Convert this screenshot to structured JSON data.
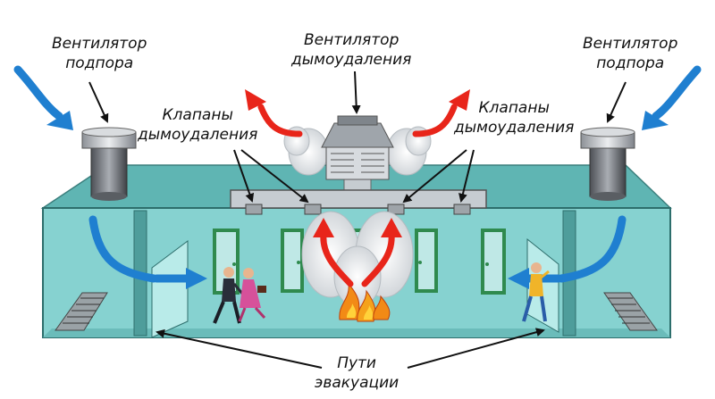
{
  "labels": {
    "pressure_fan_left": [
      "Вентилятор",
      "подпора"
    ],
    "exhaust_fan": [
      "Вентилятор",
      "дымоудаления"
    ],
    "pressure_fan_right": [
      "Вентилятор",
      "подпора"
    ],
    "valves_left": [
      "Клапаны",
      "дымоудаления"
    ],
    "valves_right": [
      "Клапаны",
      "дымоудаления"
    ],
    "evacuation": [
      "Пути",
      "эвакуации"
    ]
  },
  "colors": {
    "supply_air": "#1f7fd0",
    "smoke_exhaust": "#e8251a",
    "building_glass": "#86d2d0",
    "ceiling": "#5fb5b3",
    "duct": "#c6ccd1",
    "door": "#2f8a4e",
    "flame": "#f28a16"
  },
  "icons": [
    "fan-unit-icon",
    "exhaust-fan-icon",
    "smoke-cloud-icon",
    "fire-icon",
    "person-icon",
    "door-icon",
    "grille-icon"
  ]
}
